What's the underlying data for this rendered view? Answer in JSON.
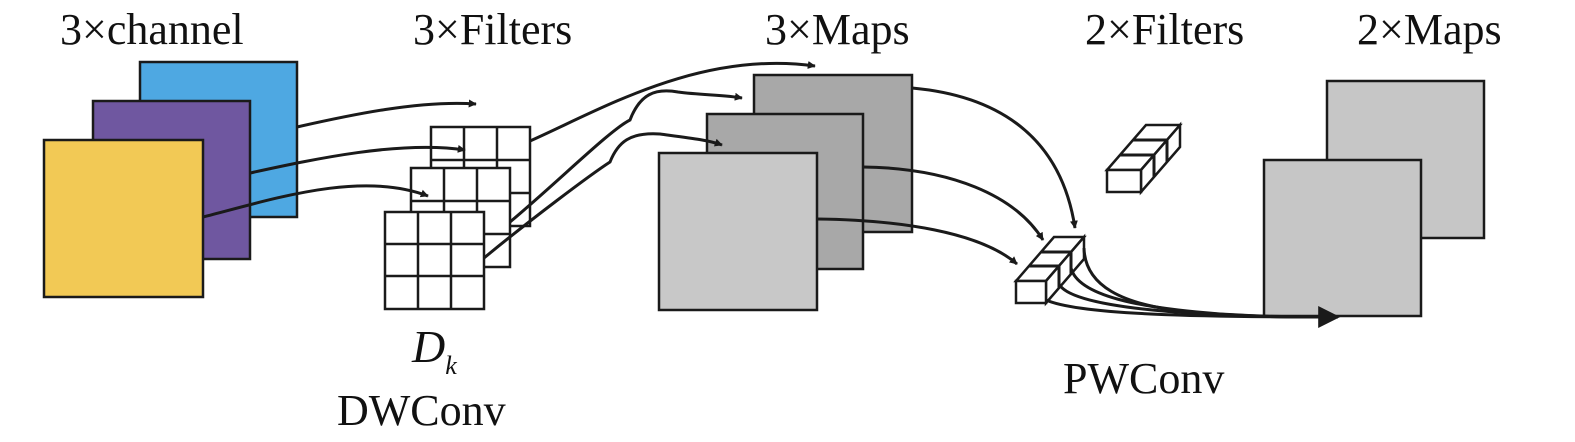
{
  "labels": {
    "channel": "3×channel",
    "filters3": "3×Filters",
    "maps3": "3×Maps",
    "filters2": "2×Filters",
    "maps2": "2×Maps",
    "dk_main": "D",
    "dk_sub": "k",
    "dwconv": "DWConv",
    "pwconv": "PWConv"
  },
  "colors": {
    "channel_back": "#4ea8e2",
    "channel_mid": "#6f57a0",
    "channel_front": "#f2c955",
    "map_dark": "#a8a8a8",
    "map_light": "#c8c8c8",
    "output_map": "#c6c6c6"
  }
}
